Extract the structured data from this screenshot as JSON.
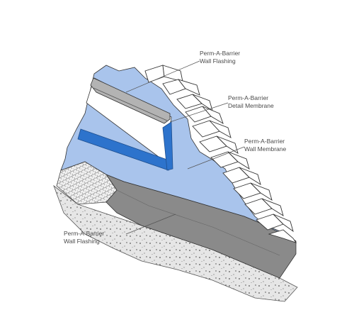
{
  "diagram": {
    "callouts": [
      {
        "line1": "Perm-A-Barrier",
        "line2": "Wall Flashing"
      },
      {
        "line1": "Perm-A-Barrier",
        "line2": "Detail Membrane"
      },
      {
        "line1": "Perm-A-Barrier",
        "line2": "Wall Membrane"
      },
      {
        "line1": "Perm-A-Barrier",
        "line2": "Wall Flashing"
      }
    ],
    "colors": {
      "membrane": "#a9c4ec",
      "detail_membrane": "#2d73cc",
      "brick_face": "#ffffff",
      "outline": "#333333",
      "flashing_dark": "#7d7d7d",
      "ground": "#d9d9d9"
    }
  }
}
